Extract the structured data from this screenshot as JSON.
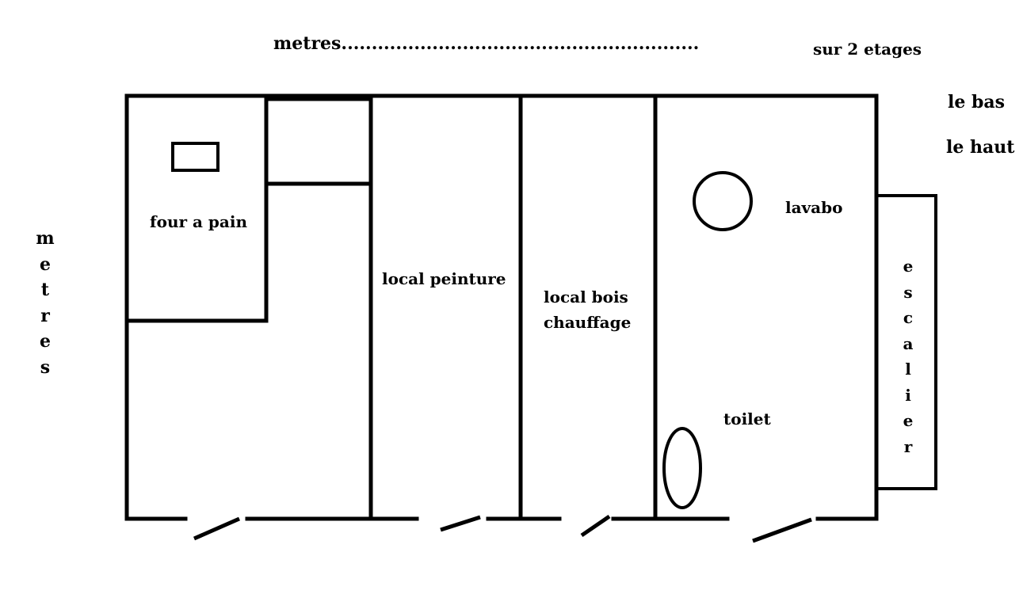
{
  "header": {
    "width_label": "metres...........................................................",
    "floors_note": "sur 2 etages",
    "level_low": "le bas",
    "level_high": "le haut"
  },
  "side": {
    "height_label_letters": [
      "m",
      "e",
      "t",
      "r",
      "e",
      "s"
    ]
  },
  "rooms": {
    "bread_oven": "four a pain",
    "paint_room": "local peinture",
    "wood_room_line1": "local bois",
    "wood_room_line2": "chauffage",
    "sink": "lavabo",
    "toilet": "toilet",
    "stairs_letters": [
      "e",
      "s",
      "c",
      "a",
      "l",
      "i",
      "e",
      "r"
    ]
  },
  "colors": {
    "ink": "#000000",
    "paper": "#ffffff"
  }
}
